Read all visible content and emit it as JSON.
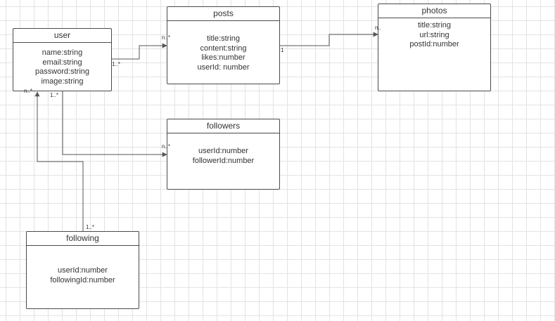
{
  "entities": {
    "user": {
      "title": "user",
      "fields": [
        "name:string",
        "email:string",
        "password:string",
        "image:string"
      ]
    },
    "posts": {
      "title": "posts",
      "fields": [
        "title:string",
        "content:string",
        "likes:number",
        "userId: number"
      ]
    },
    "photos": {
      "title": "photos",
      "fields": [
        "title:string",
        "url:string",
        "postId:number"
      ]
    },
    "followers": {
      "title": "followers",
      "fields": [
        "userId:number",
        "followerId:number"
      ]
    },
    "following": {
      "title": "following",
      "fields": [
        "userId:number",
        "followingId:number"
      ]
    }
  },
  "multiplicities": {
    "user_posts_source": "1..*",
    "user_posts_target": "n..*",
    "posts_photos_source": "1",
    "posts_photos_target": "n..",
    "user_followers_source": "1..*",
    "user_followers_target": "n..*",
    "following_user_source": "1..*",
    "following_user_target": "n..*"
  }
}
